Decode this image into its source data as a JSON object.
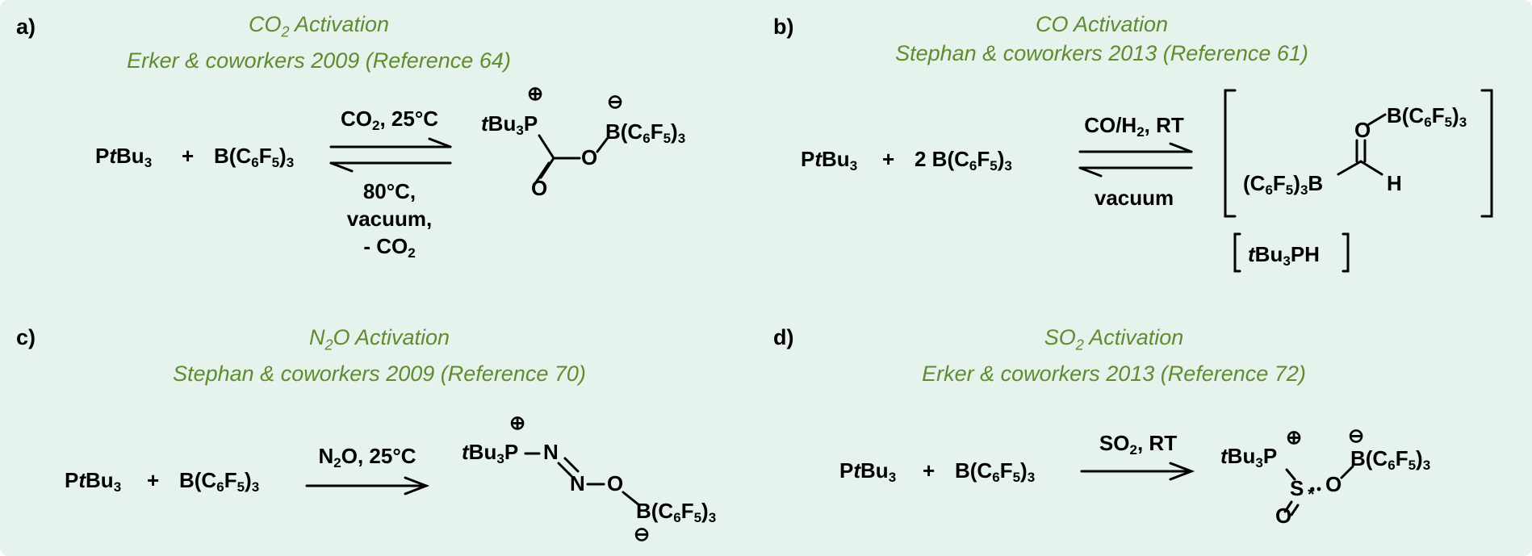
{
  "panels": {
    "a": {
      "label": "a)",
      "title_gas": "CO",
      "title_gas_sub": "2",
      "title_rest": " Activation",
      "reference": "Erker & coworkers 2009 (Reference 64)",
      "reactant1": "PtBu3",
      "plus": "+",
      "reactant2": "B(C6F5)3",
      "cond_forward": "CO2, 25°C",
      "cond_reverse_1": "80°C,",
      "cond_reverse_2": "vacuum,",
      "cond_reverse_3": "- CO2",
      "product_phosphonium": "tBu3P",
      "product_borate": "B(C6F5)3",
      "product_o1": "O",
      "product_o2": "O",
      "charge_plus": "⊕",
      "charge_minus": "⊖"
    },
    "b": {
      "label": "b)",
      "title_gas": "CO",
      "title_rest": " Activation",
      "reference": "Stephan & coworkers 2013 (Reference 61)",
      "reactant1": "PtBu3",
      "plus": "+",
      "reactant2": "2 B(C6F5)3",
      "cond_forward": "CO/H2, RT",
      "cond_reverse": "vacuum",
      "product_borane_top": "B(C6F5)3",
      "product_o": "O",
      "product_borane_left": "(C6F5)3B",
      "product_h": "H",
      "counter_cation": "tBu3PH"
    },
    "c": {
      "label": "c)",
      "title_gas": "N",
      "title_gas_sub": "2",
      "title_gas_end": "O",
      "title_rest": " Activation",
      "reference": "Stephan & coworkers 2009 (Reference 70)",
      "reactant1": "PtBu3",
      "plus": "+",
      "reactant2": "B(C6F5)3",
      "cond_forward": "N2O, 25°C",
      "product_phosphonium": "tBu3P",
      "product_n1": "N",
      "product_n2": "N",
      "product_o": "O",
      "product_borate": "B(C6F5)3",
      "charge_plus": "⊕",
      "charge_minus": "⊖"
    },
    "d": {
      "label": "d)",
      "title_gas": "SO",
      "title_gas_sub": "2",
      "title_rest": " Activation",
      "reference": "Erker & coworkers 2013 (Reference 72)",
      "reactant1": "PtBu3",
      "plus": "+",
      "reactant2": "B(C6F5)3",
      "cond_forward": "SO2, RT",
      "product_phosphonium": "tBu3P",
      "product_s": "S",
      "product_o1": "O",
      "product_o2": "O",
      "product_star": "*",
      "product_borate": "B(C6F5)3",
      "charge_plus": "⊕",
      "charge_minus": "⊖"
    }
  },
  "colors": {
    "background": "#e6f2ec",
    "title_green": "#5e8c2f",
    "text": "#000000"
  }
}
